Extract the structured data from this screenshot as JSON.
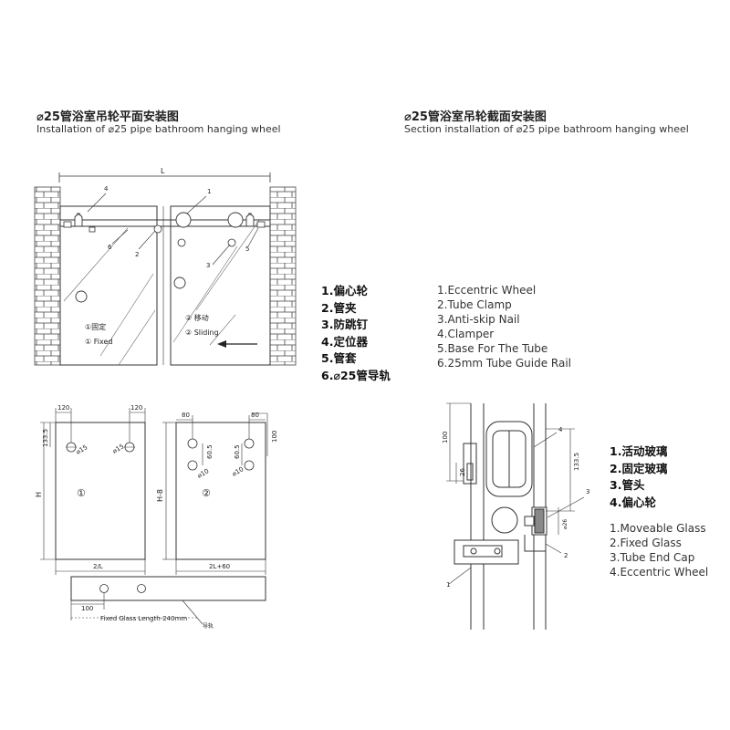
{
  "left_title": {
    "cn": "⌀25管浴室吊轮平面安装图",
    "en": "Installation of ⌀25 pipe bathroom hanging wheel"
  },
  "right_title": {
    "cn": "⌀25管浴室吊轮截面安装图",
    "en": "Section installation of ⌀25 pipe bathroom hanging wheel"
  },
  "plan_parts_cn": [
    "1.偏心轮",
    "2.管夹",
    "3.防跳钉",
    "4.定位器",
    "5.管套",
    "6.⌀25管导轨"
  ],
  "plan_parts_en": [
    "1.Eccentric Wheel",
    "2.Tube Clamp",
    "3.Anti-skip Nail",
    "4.Clamper",
    "5.Base For The Tube",
    "6.25mm Tube Guide Rail"
  ],
  "section_parts_cn": [
    "1.活动玻璃",
    "2.固定玻璃",
    "3.管头",
    "4.偏心轮"
  ],
  "section_parts_en": [
    "1.Moveable Glass",
    "2.Fixed Glass",
    "3.Tube End Cap",
    "4.Eccentric Wheel"
  ],
  "plan_view": {
    "dim_L": "L",
    "callouts": [
      "1",
      "2",
      "3",
      "4",
      "5",
      "6"
    ],
    "fixed_cn": "①固定",
    "fixed_en": "① Fixed",
    "sliding_cn": "② 移动",
    "sliding_en": "② Sliding"
  },
  "panel1": {
    "dim_left": "120",
    "dim_right": "120",
    "dim_height": "133.5",
    "hole_left": "⌀15",
    "hole_right": "⌀15",
    "side_label": "H",
    "center_label": "①",
    "width_label": "2/L"
  },
  "panel2": {
    "dim_left": "80",
    "dim_right": "80",
    "dim_top": "100",
    "dim_mid_left": "60.5",
    "dim_mid_right": "60.5",
    "hole_left": "⌀10",
    "hole_right": "⌀10",
    "side_label": "H-8",
    "center_label": "②",
    "width_label": "2L+60"
  },
  "rail": {
    "dim": "100",
    "note": "Fixed Glass Length-240mm",
    "tag": "导轨"
  },
  "section_view": {
    "dim_100": "100",
    "dim_26": "26",
    "dim_1335": "133.5",
    "dim_d26": "⌀26",
    "callouts": [
      "1",
      "2",
      "3",
      "4"
    ]
  }
}
